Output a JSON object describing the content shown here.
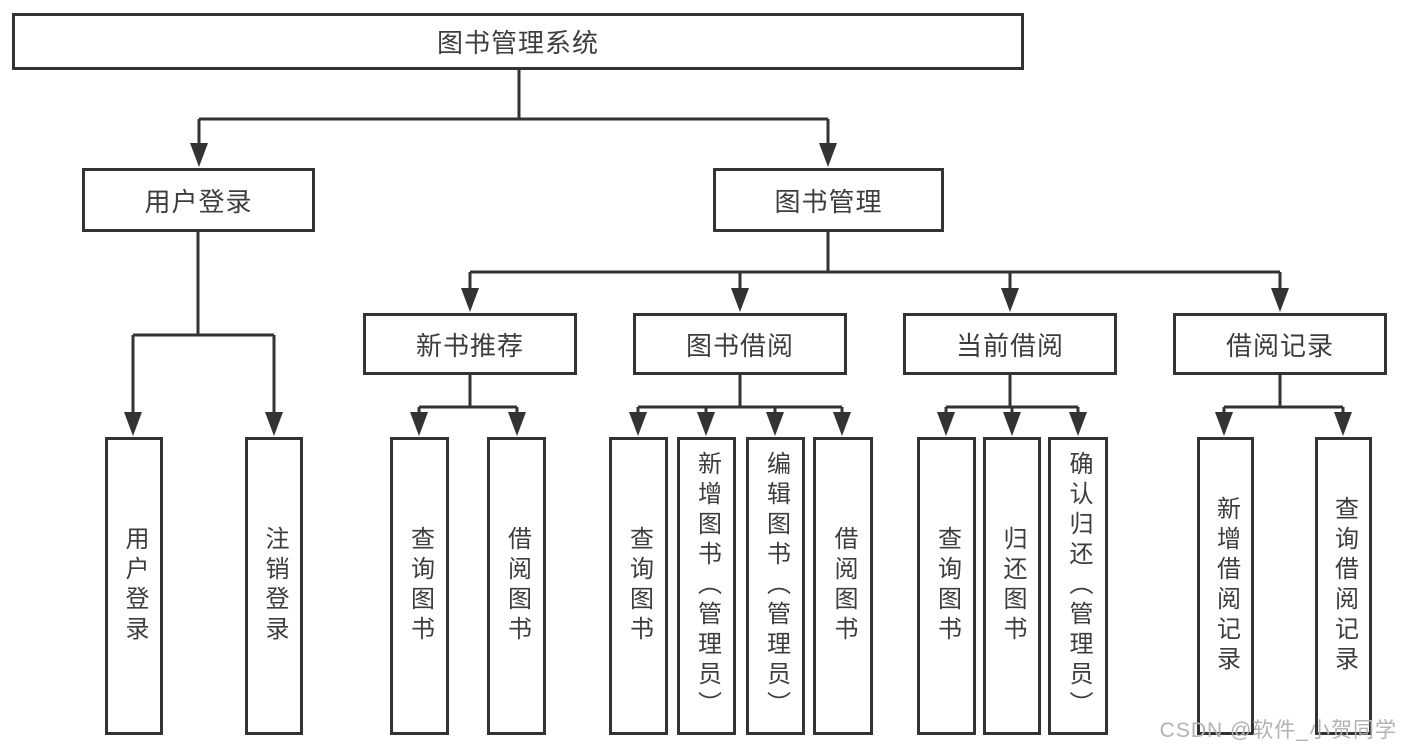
{
  "tree": {
    "label": "图书管理系统",
    "children": [
      {
        "label": "用户登录",
        "children": [
          {
            "label": "用户登录"
          },
          {
            "label": "注销登录"
          }
        ]
      },
      {
        "label": "图书管理",
        "children": [
          {
            "label": "新书推荐",
            "children": [
              {
                "label": "查询图书"
              },
              {
                "label": "借阅图书"
              }
            ]
          },
          {
            "label": "图书借阅",
            "children": [
              {
                "label": "查询图书"
              },
              {
                "label": "新增图书（管理员）"
              },
              {
                "label": "编辑图书（管理员）"
              },
              {
                "label": "借阅图书"
              }
            ]
          },
          {
            "label": "当前借阅",
            "children": [
              {
                "label": "查询图书"
              },
              {
                "label": "归还图书"
              },
              {
                "label": "确认归还（管理员）"
              }
            ]
          },
          {
            "label": "借阅记录",
            "children": [
              {
                "label": "新增借阅记录"
              },
              {
                "label": "查询借阅记录"
              }
            ]
          }
        ]
      }
    ]
  },
  "watermark": "CSDN @软件_小贺同学",
  "colors": {
    "line": "#333333",
    "text": "#3d3d3d",
    "watermark": "#b2b2b6"
  }
}
